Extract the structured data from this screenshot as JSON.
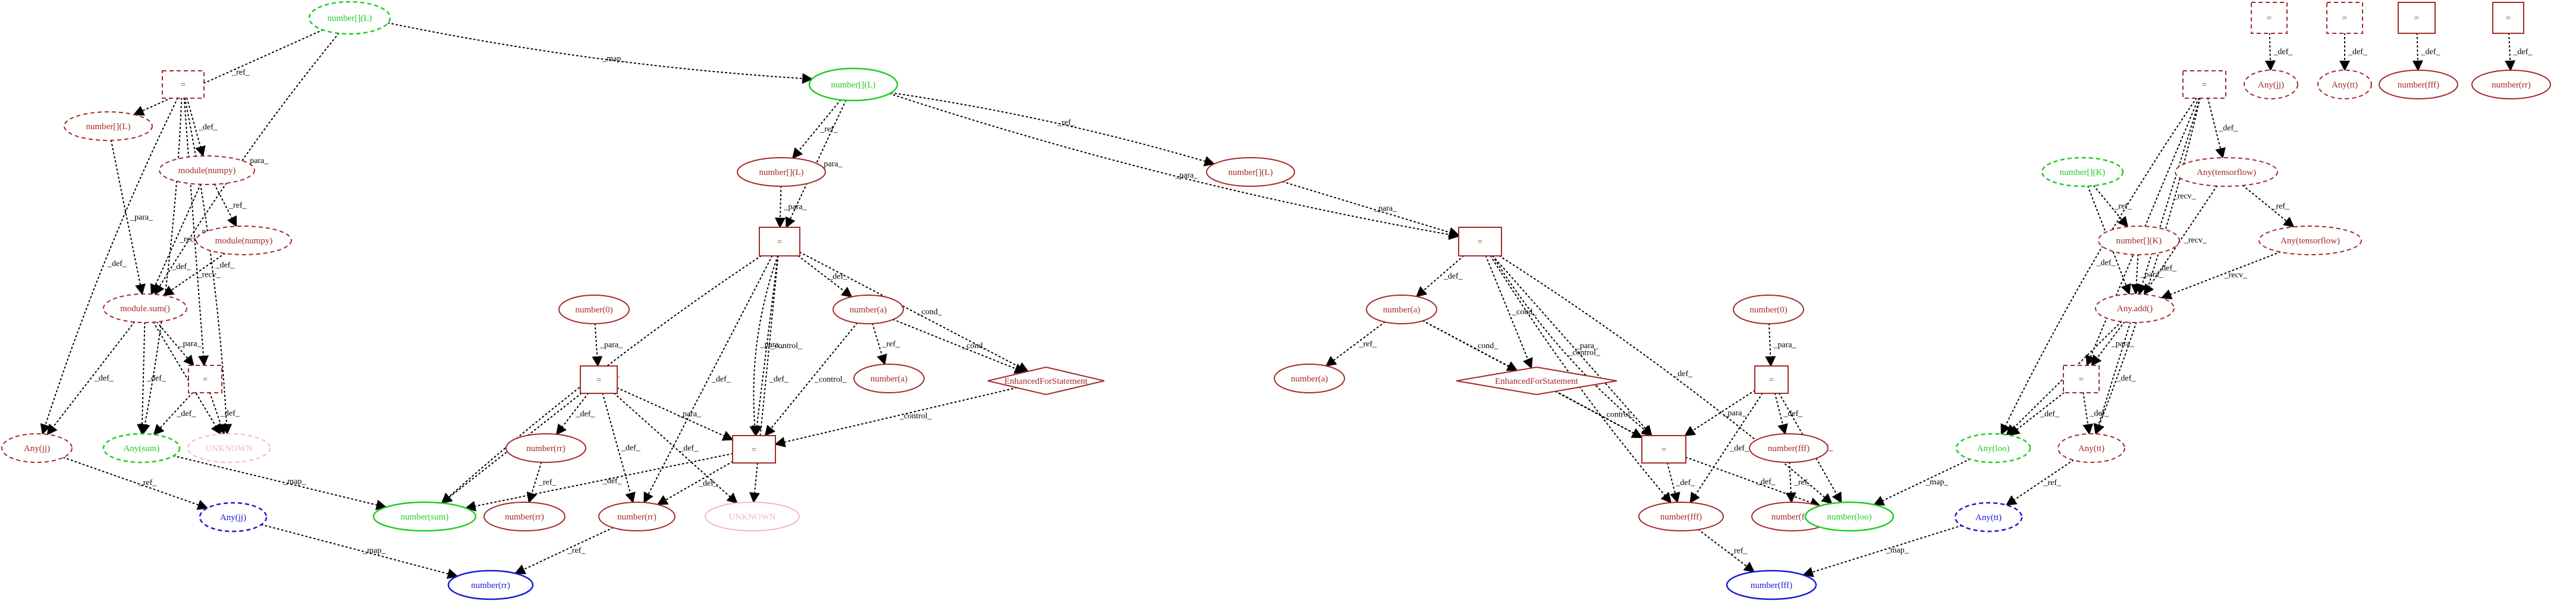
{
  "colors": {
    "red": "#a52a2a",
    "green": "#22cc22",
    "blue": "#1a1ad6",
    "pink": "#f4b6c2",
    "edge": "#000000"
  },
  "nodes": [
    {
      "id": "L1",
      "label": "number[](L)",
      "shape": "ellipse",
      "color": "green",
      "style": "dashed"
    },
    {
      "id": "A1",
      "label": "=",
      "shape": "box",
      "color": "red",
      "style": "dashed"
    },
    {
      "id": "L2",
      "label": "number[](L)",
      "shape": "ellipse",
      "color": "red",
      "style": "dashed"
    },
    {
      "id": "N1",
      "label": "module(numpy)",
      "shape": "ellipse",
      "color": "red",
      "style": "dashed"
    },
    {
      "id": "N2",
      "label": "module(numpy)",
      "shape": "ellipse",
      "color": "red",
      "style": "dashed"
    },
    {
      "id": "MS",
      "label": "module.sum()",
      "shape": "ellipse",
      "color": "red",
      "style": "dashed"
    },
    {
      "id": "A2",
      "label": "=",
      "shape": "box",
      "color": "red",
      "style": "dashed"
    },
    {
      "id": "AJ",
      "label": "Any(jj)",
      "shape": "ellipse",
      "color": "red",
      "style": "dashed"
    },
    {
      "id": "ASUM",
      "label": "Any(sum)",
      "shape": "ellipse",
      "color": "green",
      "style": "dashed"
    },
    {
      "id": "UNK1",
      "label": "UNKNOWN",
      "shape": "ellipse",
      "color": "pink",
      "style": "dashed"
    },
    {
      "id": "AJJ",
      "label": "Any(jj)",
      "shape": "ellipse",
      "color": "blue",
      "style": "dashed"
    },
    {
      "id": "NRR1",
      "label": "number(rr)",
      "shape": "ellipse",
      "color": "blue",
      "style": "solid"
    },
    {
      "id": "L3",
      "label": "number[](L)",
      "shape": "ellipse",
      "color": "green",
      "style": "solid"
    },
    {
      "id": "L4",
      "label": "number[](L)",
      "shape": "ellipse",
      "color": "red",
      "style": "solid"
    },
    {
      "id": "A3",
      "label": "=",
      "shape": "box",
      "color": "red",
      "style": "solid"
    },
    {
      "id": "N0a",
      "label": "number(0)",
      "shape": "ellipse",
      "color": "red",
      "style": "solid"
    },
    {
      "id": "NAa",
      "label": "number(a)",
      "shape": "ellipse",
      "color": "red",
      "style": "solid"
    },
    {
      "id": "NAb",
      "label": "number(a)",
      "shape": "ellipse",
      "color": "red",
      "style": "solid"
    },
    {
      "id": "EF1",
      "label": "EnhancedForStatement",
      "shape": "diamond",
      "color": "red",
      "style": "solid"
    },
    {
      "id": "A4",
      "label": "=",
      "shape": "box",
      "color": "red",
      "style": "solid"
    },
    {
      "id": "NRRa",
      "label": "number(rr)",
      "shape": "ellipse",
      "color": "red",
      "style": "solid"
    },
    {
      "id": "A5",
      "label": "=",
      "shape": "box",
      "color": "red",
      "style": "solid"
    },
    {
      "id": "NSUM",
      "label": "number(sum)",
      "shape": "ellipse",
      "color": "green",
      "style": "solid"
    },
    {
      "id": "NRRb",
      "label": "number(rr)",
      "shape": "ellipse",
      "color": "red",
      "style": "solid"
    },
    {
      "id": "NRRc",
      "label": "number(rr)",
      "shape": "ellipse",
      "color": "red",
      "style": "solid"
    },
    {
      "id": "UNK2",
      "label": "UNKNOWN",
      "shape": "ellipse",
      "color": "pink",
      "style": "solid"
    },
    {
      "id": "L5",
      "label": "number[](L)",
      "shape": "ellipse",
      "color": "red",
      "style": "solid"
    },
    {
      "id": "A6",
      "label": "=",
      "shape": "box",
      "color": "red",
      "style": "solid"
    },
    {
      "id": "NAc",
      "label": "number(a)",
      "shape": "ellipse",
      "color": "red",
      "style": "solid"
    },
    {
      "id": "NAd",
      "label": "number(a)",
      "shape": "ellipse",
      "color": "red",
      "style": "solid"
    },
    {
      "id": "EF2",
      "label": "EnhancedForStatement",
      "shape": "diamond",
      "color": "red",
      "style": "solid"
    },
    {
      "id": "N0b",
      "label": "number(0)",
      "shape": "ellipse",
      "color": "red",
      "style": "solid"
    },
    {
      "id": "A7",
      "label": "=",
      "shape": "box",
      "color": "red",
      "style": "solid"
    },
    {
      "id": "A8",
      "label": "=",
      "shape": "box",
      "color": "red",
      "style": "solid"
    },
    {
      "id": "NFFFa",
      "label": "number(fff)",
      "shape": "ellipse",
      "color": "red",
      "style": "solid"
    },
    {
      "id": "NFFFb",
      "label": "number(fff)",
      "shape": "ellipse",
      "color": "red",
      "style": "solid"
    },
    {
      "id": "NFFFc",
      "label": "number(fff)",
      "shape": "ellipse",
      "color": "red",
      "style": "solid"
    },
    {
      "id": "NLOO",
      "label": "number(loo)",
      "shape": "ellipse",
      "color": "green",
      "style": "solid"
    },
    {
      "id": "NFFFd",
      "label": "number(fff)",
      "shape": "ellipse",
      "color": "blue",
      "style": "solid"
    },
    {
      "id": "T1",
      "label": "=",
      "shape": "box",
      "color": "red",
      "style": "dashed"
    },
    {
      "id": "T2",
      "label": "=",
      "shape": "box",
      "color": "red",
      "style": "dashed"
    },
    {
      "id": "T3",
      "label": "=",
      "shape": "box",
      "color": "red",
      "style": "solid"
    },
    {
      "id": "T4",
      "label": "=",
      "shape": "box",
      "color": "red",
      "style": "solid"
    },
    {
      "id": "TAJ",
      "label": "Any(jj)",
      "shape": "ellipse",
      "color": "red",
      "style": "dashed"
    },
    {
      "id": "TAT",
      "label": "Any(tt)",
      "shape": "ellipse",
      "color": "red",
      "style": "dashed"
    },
    {
      "id": "TNF",
      "label": "number(fff)",
      "shape": "ellipse",
      "color": "red",
      "style": "solid"
    },
    {
      "id": "TNR",
      "label": "number(rr)",
      "shape": "ellipse",
      "color": "red",
      "style": "solid"
    },
    {
      "id": "A9",
      "label": "=",
      "shape": "box",
      "color": "red",
      "style": "dashed"
    },
    {
      "id": "K1",
      "label": "number[](K)",
      "shape": "ellipse",
      "color": "green",
      "style": "dashed"
    },
    {
      "id": "TF1",
      "label": "Any(tensorflow)",
      "shape": "ellipse",
      "color": "red",
      "style": "dashed"
    },
    {
      "id": "K2",
      "label": "number[](K)",
      "shape": "ellipse",
      "color": "red",
      "style": "dashed"
    },
    {
      "id": "TF2",
      "label": "Any(tensorflow)",
      "shape": "ellipse",
      "color": "red",
      "style": "dashed"
    },
    {
      "id": "AADD",
      "label": "Any.add()",
      "shape": "ellipse",
      "color": "red",
      "style": "dashed"
    },
    {
      "id": "A10",
      "label": "=",
      "shape": "box",
      "color": "red",
      "style": "dashed"
    },
    {
      "id": "ALOO",
      "label": "Any(loo)",
      "shape": "ellipse",
      "color": "green",
      "style": "dashed"
    },
    {
      "id": "ATT",
      "label": "Any(tt)",
      "shape": "ellipse",
      "color": "red",
      "style": "dashed"
    },
    {
      "id": "ATTB",
      "label": "Any(tt)",
      "shape": "ellipse",
      "color": "blue",
      "style": "dashed"
    }
  ],
  "edges": [
    {
      "from": "L1",
      "to": "L3",
      "label": "_map_"
    },
    {
      "from": "L1",
      "to": "L2",
      "label": "_ref_"
    },
    {
      "from": "L1",
      "to": "MS",
      "label": "_para_"
    },
    {
      "from": "A1",
      "to": "N1",
      "label": "_def_"
    },
    {
      "from": "A1",
      "to": "AJ",
      "label": "_def_"
    },
    {
      "from": "A1",
      "to": "ASUM",
      "label": "_def_"
    },
    {
      "from": "A1",
      "to": "A2",
      "label": "_para_"
    },
    {
      "from": "A1",
      "to": "UNK1",
      "label": "_def_"
    },
    {
      "from": "L2",
      "to": "MS",
      "label": "_para_"
    },
    {
      "from": "N1",
      "to": "MS",
      "label": "_recv_"
    },
    {
      "from": "N1",
      "to": "N2",
      "label": "_ref_"
    },
    {
      "from": "N2",
      "to": "MS",
      "label": "_recv_"
    },
    {
      "from": "MS",
      "to": "A2",
      "label": "_para_"
    },
    {
      "from": "MS",
      "to": "AJ",
      "label": "_def_"
    },
    {
      "from": "MS",
      "to": "ASUM",
      "label": "_def_"
    },
    {
      "from": "MS",
      "to": "UNK1",
      "label": "_def_"
    },
    {
      "from": "A2",
      "to": "ASUM",
      "label": "_def_"
    },
    {
      "from": "A2",
      "to": "UNK1",
      "label": "_def_"
    },
    {
      "from": "AJ",
      "to": "AJJ",
      "label": "_ref_"
    },
    {
      "from": "ASUM",
      "to": "NSUM",
      "label": "_map_"
    },
    {
      "from": "AJJ",
      "to": "NRR1",
      "label": "_map_"
    },
    {
      "from": "L3",
      "to": "L4",
      "label": "_ref_"
    },
    {
      "from": "L3",
      "to": "A3",
      "label": "_para_"
    },
    {
      "from": "L3",
      "to": "L5",
      "label": "_ref_"
    },
    {
      "from": "L3",
      "to": "A6",
      "label": "_para_"
    },
    {
      "from": "L4",
      "to": "A3",
      "label": "_para_"
    },
    {
      "from": "A3",
      "to": "NAa",
      "label": "_def_"
    },
    {
      "from": "A3",
      "to": "EF1",
      "label": "_cond_"
    },
    {
      "from": "A3",
      "to": "A5",
      "label": "_control_"
    },
    {
      "from": "A3",
      "to": "A5",
      "label": "_para_"
    },
    {
      "from": "A3",
      "to": "NSUM",
      "label": "_def_"
    },
    {
      "from": "A3",
      "to": "NRRc",
      "label": "_def_"
    },
    {
      "from": "A3",
      "to": "UNK2",
      "label": "_def_"
    },
    {
      "from": "NAa",
      "to": "NAb",
      "label": "_ref_"
    },
    {
      "from": "NAa",
      "to": "EF1",
      "label": "_cond_"
    },
    {
      "from": "NAa",
      "to": "A5",
      "label": "_control_"
    },
    {
      "from": "EF1",
      "to": "A5",
      "label": "_control_"
    },
    {
      "from": "N0a",
      "to": "A4",
      "label": "_para_"
    },
    {
      "from": "A4",
      "to": "NRRa",
      "label": "_def_"
    },
    {
      "from": "A4",
      "to": "A5",
      "label": "_para_"
    },
    {
      "from": "A4",
      "to": "NSUM",
      "label": "_def_"
    },
    {
      "from": "A4",
      "to": "NRRc",
      "label": "_def_"
    },
    {
      "from": "A4",
      "to": "UNK2",
      "label": "_def_"
    },
    {
      "from": "NRRa",
      "to": "NRRb",
      "label": "_ref_"
    },
    {
      "from": "A5",
      "to": "NSUM",
      "label": "_def_"
    },
    {
      "from": "A5",
      "to": "NRRc",
      "label": "_def_"
    },
    {
      "from": "NRRc",
      "to": "NRR1",
      "label": "_ref_"
    },
    {
      "from": "L5",
      "to": "A6",
      "label": "_para_"
    },
    {
      "from": "A6",
      "to": "NAc",
      "label": "_def_"
    },
    {
      "from": "A6",
      "to": "EF2",
      "label": "_cond_"
    },
    {
      "from": "A6",
      "to": "A8",
      "label": "_para_"
    },
    {
      "from": "A6",
      "to": "A8",
      "label": "_control_"
    },
    {
      "from": "A6",
      "to": "NFFFa",
      "label": "_def_"
    },
    {
      "from": "A6",
      "to": "NLOO",
      "label": "_def_"
    },
    {
      "from": "NAc",
      "to": "NAd",
      "label": "_ref_"
    },
    {
      "from": "NAc",
      "to": "EF2",
      "label": "_cond_"
    },
    {
      "from": "NAc",
      "to": "A8",
      "label": "_control_"
    },
    {
      "from": "EF2",
      "to": "A8",
      "label": "_control_"
    },
    {
      "from": "N0b",
      "to": "A7",
      "label": "_para_"
    },
    {
      "from": "A7",
      "to": "A8",
      "label": "_para_"
    },
    {
      "from": "A7",
      "to": "NFFFb",
      "label": "_def_"
    },
    {
      "from": "A7",
      "to": "NLOO",
      "label": "_def_"
    },
    {
      "from": "A7",
      "to": "NFFFa",
      "label": "_def_"
    },
    {
      "from": "NFFFb",
      "to": "NFFFc",
      "label": "_ref_"
    },
    {
      "from": "A8",
      "to": "NFFFa",
      "label": "_def_"
    },
    {
      "from": "A8",
      "to": "NLOO",
      "label": "_def_"
    },
    {
      "from": "NFFFa",
      "to": "NFFFd",
      "label": "_ref_"
    },
    {
      "from": "T1",
      "to": "TAJ",
      "label": "_def_"
    },
    {
      "from": "T2",
      "to": "TAT",
      "label": "_def_"
    },
    {
      "from": "T3",
      "to": "TNF",
      "label": "_def_"
    },
    {
      "from": "T4",
      "to": "TNR",
      "label": "_def_"
    },
    {
      "from": "A9",
      "to": "TF1",
      "label": "_def_"
    },
    {
      "from": "A9",
      "to": "ALOO",
      "label": "_def_"
    },
    {
      "from": "A9",
      "to": "A10",
      "label": "_para_"
    },
    {
      "from": "A9",
      "to": "AADD",
      "label": "_recv_"
    },
    {
      "from": "A9",
      "to": "ATT",
      "label": "_def_"
    },
    {
      "from": "TF1",
      "to": "AADD",
      "label": "_recv_"
    },
    {
      "from": "TF1",
      "to": "TF2",
      "label": "_ref_"
    },
    {
      "from": "TF2",
      "to": "AADD",
      "label": "_recv_"
    },
    {
      "from": "K1",
      "to": "K2",
      "label": "_ref_"
    },
    {
      "from": "K1",
      "to": "AADD",
      "label": "_para_"
    },
    {
      "from": "K2",
      "to": "AADD",
      "label": "_para_"
    },
    {
      "from": "AADD",
      "to": "A10",
      "label": "_para_"
    },
    {
      "from": "AADD",
      "to": "ALOO",
      "label": "_def_"
    },
    {
      "from": "AADD",
      "to": "ATT",
      "label": "_def_"
    },
    {
      "from": "A10",
      "to": "ALOO",
      "label": "_def_"
    },
    {
      "from": "A10",
      "to": "ATT",
      "label": "_def_"
    },
    {
      "from": "ALOO",
      "to": "NLOO",
      "label": "_map_"
    },
    {
      "from": "ATT",
      "to": "ATTB",
      "label": "_ref_"
    },
    {
      "from": "ATTB",
      "to": "NFFFd",
      "label": "_map_"
    }
  ]
}
